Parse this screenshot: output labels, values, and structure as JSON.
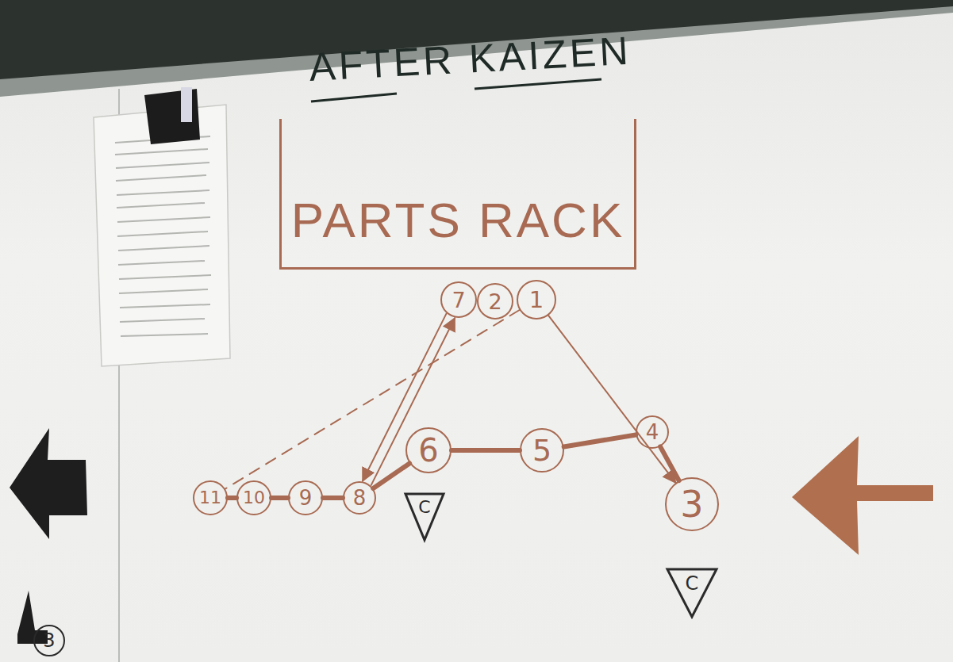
{
  "diagram": {
    "title": "AFTER KAIZEN",
    "nodes": [
      {
        "text": [
          "PARTS RACK"
        ]
      },
      {
        "text": [
          "7"
        ]
      },
      {
        "text": [
          "2"
        ]
      },
      {
        "text": [
          "1"
        ]
      },
      {
        "text": [
          "6"
        ]
      },
      {
        "text": [
          "5"
        ]
      },
      {
        "text": [
          "4"
        ]
      },
      {
        "text": [
          "3"
        ]
      },
      {
        "text": [
          "8"
        ]
      },
      {
        "text": [
          "9"
        ]
      },
      {
        "text": [
          "10"
        ]
      },
      {
        "text": [
          "11"
        ]
      },
      {
        "text": [
          "C"
        ]
      },
      {
        "text": [
          "C"
        ]
      },
      {
        "text": [
          "3"
        ]
      }
    ],
    "edges": [
      {
        "from": 11,
        "to": 10,
        "arrow": "none"
      },
      {
        "from": 10,
        "to": 9,
        "arrow": "none"
      },
      {
        "from": 9,
        "to": 8,
        "arrow": "none"
      },
      {
        "from": 8,
        "to": 4,
        "arrow": "none"
      },
      {
        "from": 4,
        "to": 5,
        "arrow": "none"
      },
      {
        "from": 5,
        "to": 6,
        "arrow": "none"
      },
      {
        "from": 6,
        "to": 7,
        "arrow": "none"
      },
      {
        "from": 3,
        "to": 7,
        "arrow": "to"
      },
      {
        "from": 1,
        "to": 8,
        "arrow": "to"
      },
      {
        "from": 8,
        "to": 1,
        "arrow": "to"
      },
      {
        "from": 3,
        "to": 11,
        "arrow": "none"
      }
    ]
  }
}
